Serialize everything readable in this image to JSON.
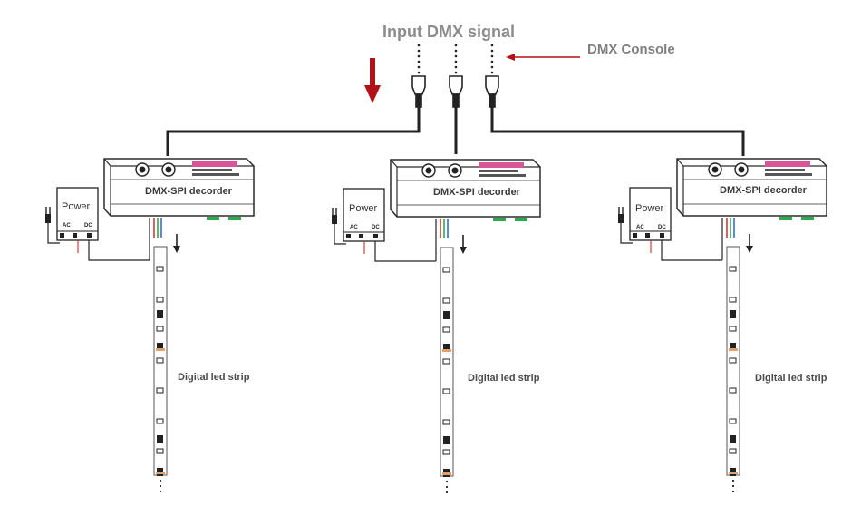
{
  "diagram": {
    "title": "Input DMX signal",
    "console_label": "DMX Console",
    "decoder_label": "DMX-SPI decorder",
    "power_label": "Power",
    "ac_label": "AC",
    "dc_label": "DC",
    "strip_label": "Digital led strip"
  },
  "units": [
    {
      "decoder": "DMX-SPI decorder",
      "power": "Power",
      "ac": "AC",
      "dc": "DC",
      "strip": "Digital led strip"
    },
    {
      "decoder": "DMX-SPI decorder",
      "power": "Power",
      "ac": "AC",
      "dc": "DC",
      "strip": "Digital led strip"
    },
    {
      "decoder": "DMX-SPI decorder",
      "power": "Power",
      "ac": "AC",
      "dc": "DC",
      "strip": "Digital led strip"
    }
  ],
  "colors": {
    "arrow": "#b01217",
    "wire": "#222222",
    "box_stroke": "#2b2b2b",
    "text_gray": "#8c8c8c",
    "terminal_pink": "#d9559a",
    "wire_red": "#d33a3a",
    "wire_green": "#2fa84f",
    "wire_blue": "#2f6fd1"
  }
}
